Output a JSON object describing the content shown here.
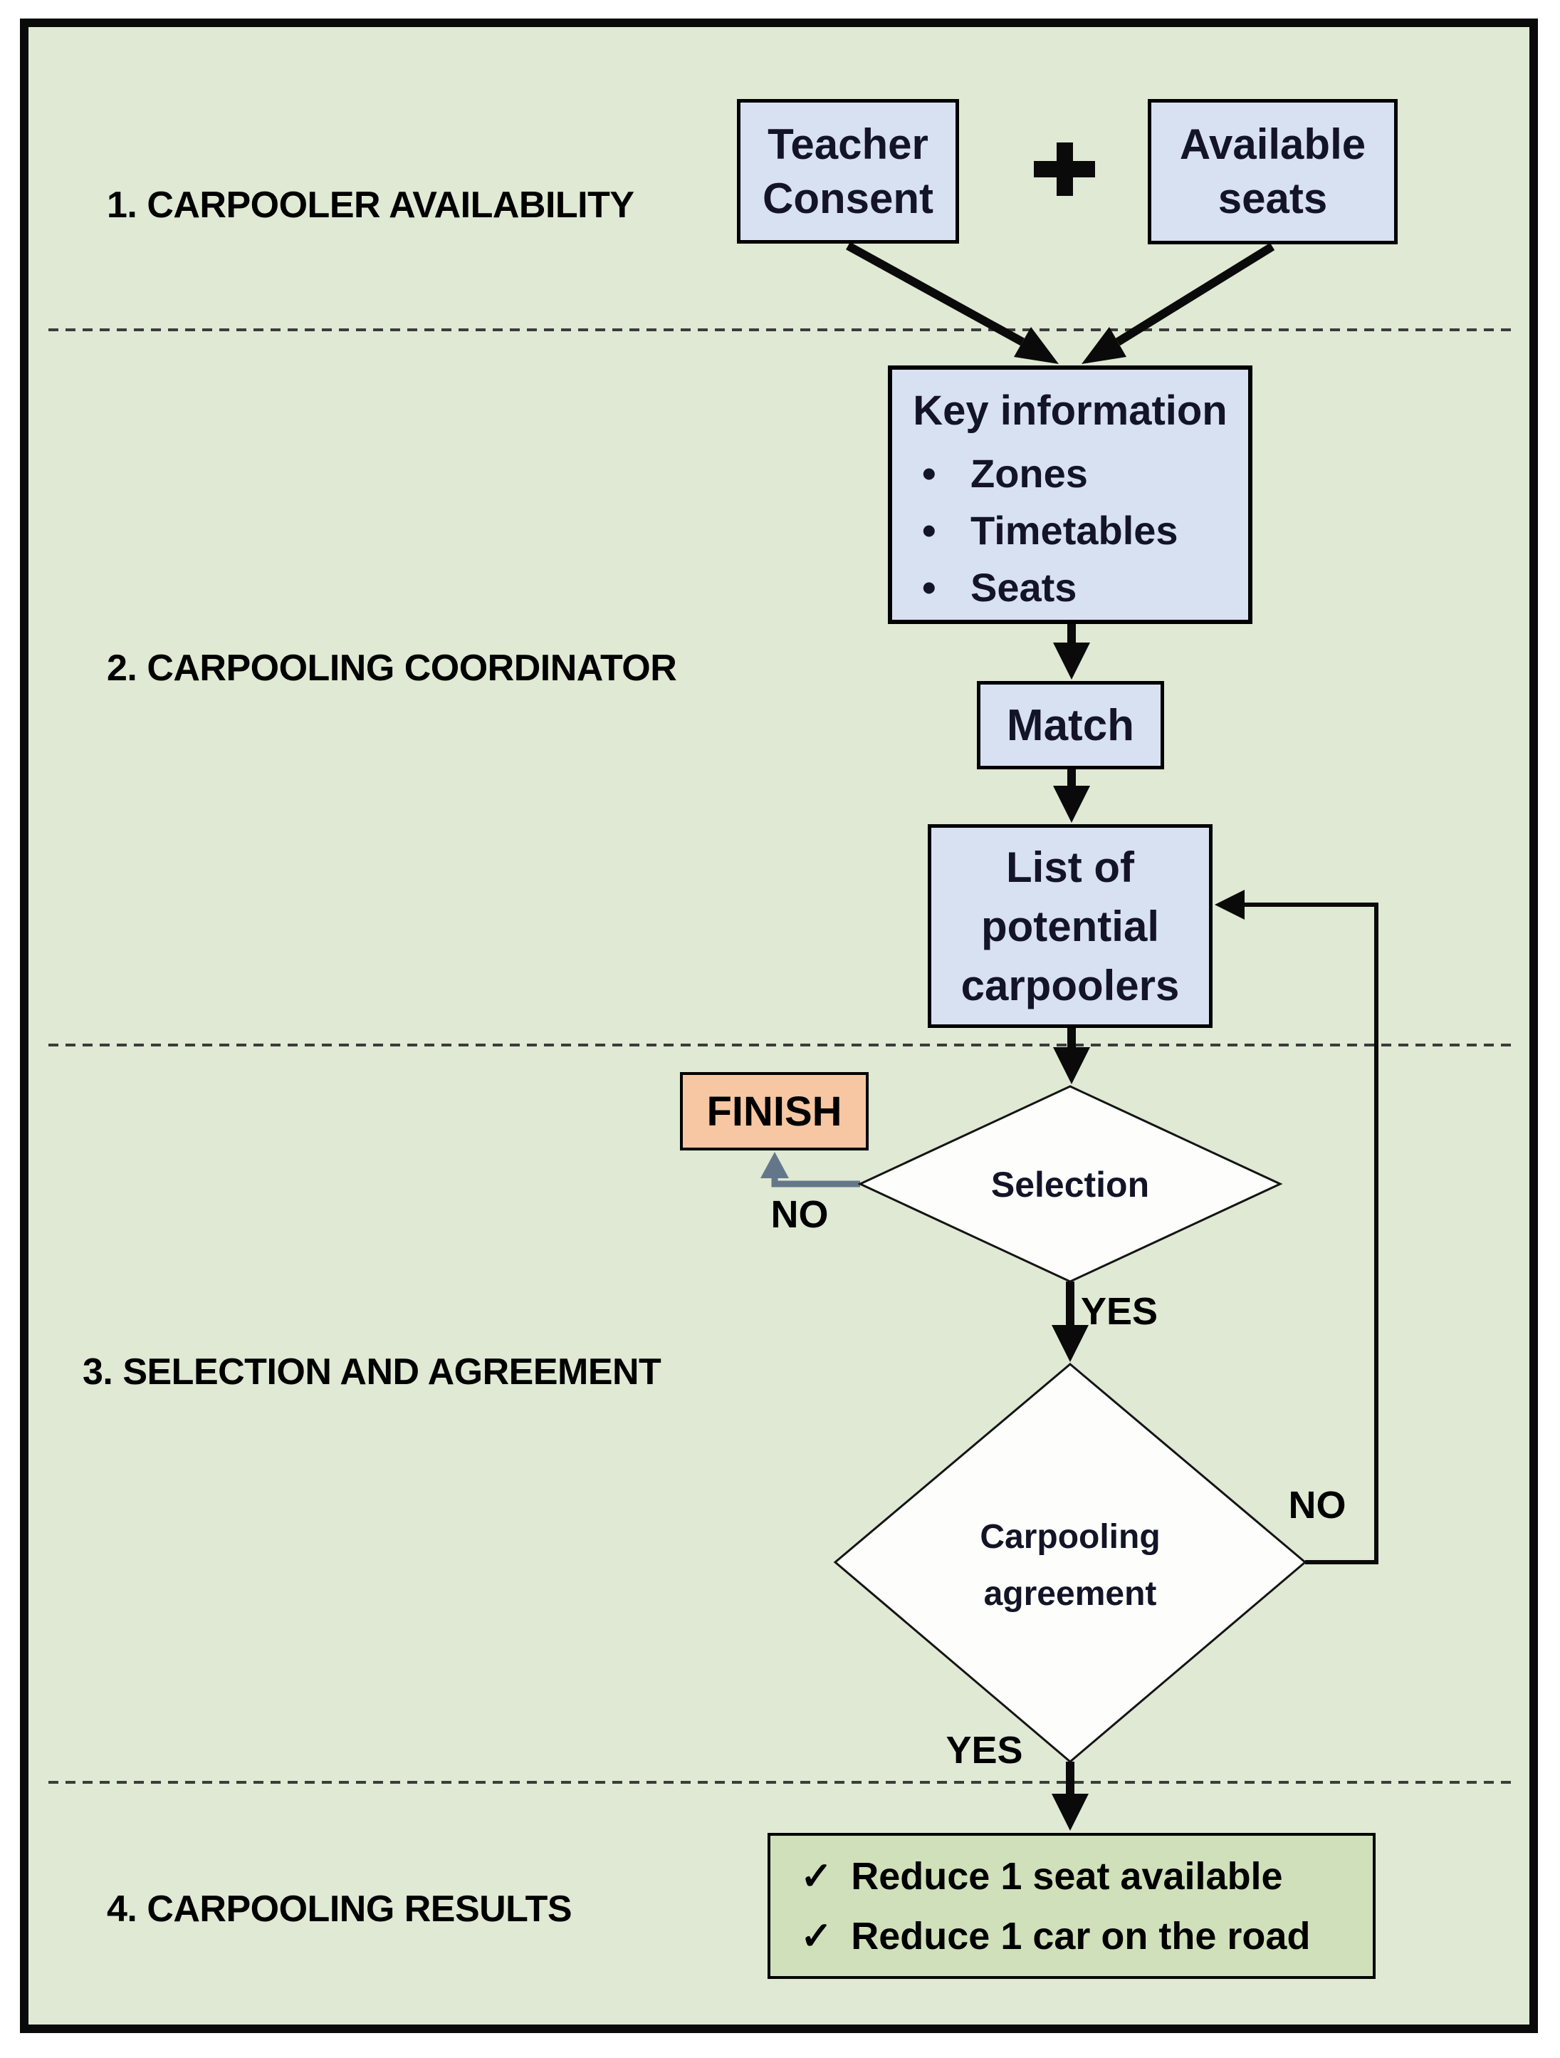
{
  "sections": [
    {
      "label": "1. CARPOOLER AVAILABILITY"
    },
    {
      "label": "2. CARPOOLING COORDINATOR"
    },
    {
      "label": "3. SELECTION AND AGREEMENT"
    },
    {
      "label": "4. CARPOOLING RESULTS"
    }
  ],
  "nodes": {
    "teacher_consent": {
      "line1": "Teacher",
      "line2": "Consent"
    },
    "plus": "+",
    "available_seats": {
      "line1": "Available",
      "line2": "seats"
    },
    "key_information": {
      "title": "Key information",
      "bullet_char": "•",
      "bullets": [
        "Zones",
        "Timetables",
        "Seats"
      ]
    },
    "match": {
      "label": "Match"
    },
    "list_of_potential_carpoolers": {
      "line1": "List of",
      "line2": "potential",
      "line3": "carpoolers"
    },
    "finish": {
      "label": "FINISH"
    },
    "selection": {
      "label": "Selection"
    },
    "carpooling_agreement": {
      "line1": "Carpooling",
      "line2": "agreement"
    },
    "results": {
      "check_char": "✓",
      "items": [
        "Reduce 1 seat available",
        "Reduce 1 car on the road"
      ]
    }
  },
  "edges": {
    "selection_no": "NO",
    "selection_yes": "YES",
    "agreement_no": "NO",
    "agreement_yes": "YES"
  },
  "colors": {
    "bg": "#dfe9d3",
    "box_blue": "#d8e1f2",
    "salmon": "#f6c7a2",
    "results_green": "#cfe0ba",
    "arrow_gray": "#64778a",
    "border_black": "#0a0a0a"
  }
}
